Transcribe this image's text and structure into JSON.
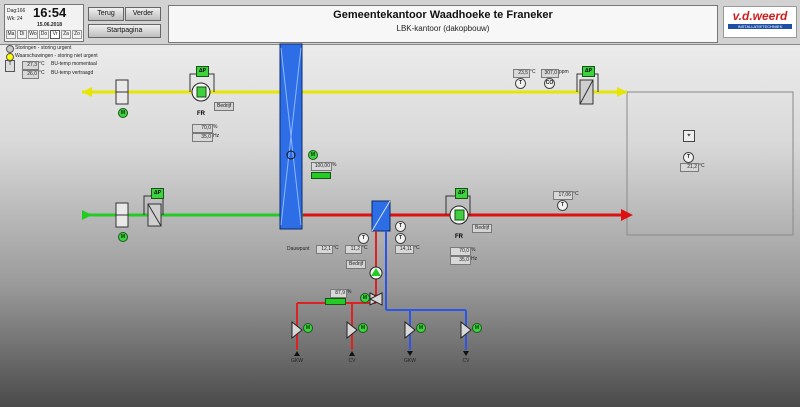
{
  "header": {
    "date": {
      "day_label": "Dag:",
      "day": "166",
      "wk_label": "Wk:",
      "wk": "24",
      "time": "16:54",
      "date": "15.06.2018",
      "weekdays": [
        "Ma",
        "Di",
        "Wo",
        "Do",
        "Vr",
        "Za",
        "Zo"
      ]
    },
    "buttons": {
      "back": "Terug",
      "forward": "Verder",
      "home": "Startpagina"
    },
    "title": "Gemeentekantoor Waadhoeke te Franeker",
    "subtitle": "LBK-kantoor (dakopbouw)",
    "logo": {
      "brand": "v.d.weerd",
      "tagline": "INSTALLATIETECHNIEK"
    }
  },
  "legend": {
    "items": [
      {
        "text": "Storingen - storing urgent",
        "color": "#c0c0c0"
      },
      {
        "text": "Waarschuwingen - storing niet urgent",
        "color": "#ffff00"
      }
    ],
    "temp_now": {
      "value": "27,3",
      "unit": "°C",
      "text": "BU-temp momentaal"
    },
    "temp_delay": {
      "value": "26,0",
      "unit": "°C",
      "text": "BU-temp vertraagd"
    }
  },
  "supply_top_fan": {
    "dp": "ΔP",
    "fr": "FR",
    "status": "Bedrijf",
    "flow": "70,0",
    "flow_unit": "%",
    "hz": "35,0",
    "hz_unit": "Hz"
  },
  "top_right": {
    "temp": "23,5",
    "temp_unit": "°C",
    "ppm": "307,0",
    "ppm_unit": "ppm",
    "co": "CO",
    "dp": "ΔP"
  },
  "wheel": {
    "pos": "100,00",
    "pos_unit": "%"
  },
  "room": {
    "temp": "21,2",
    "temp_unit": "°C"
  },
  "return_right": {
    "temp": "17,06",
    "temp_unit": "°C"
  },
  "bottom_fan": {
    "dp": "ΔP",
    "fr": "FR",
    "status": "Bedrijf",
    "flow": "70,0",
    "flow_unit": "%",
    "hz": "35,0",
    "hz_unit": "Hz"
  },
  "coil": {
    "dauwpunt_label": "Dauwpunt",
    "dauwpunt": "12,1",
    "dauwpunt_unit": "°C",
    "t1": "11,2",
    "t1_unit": "°C",
    "t2": "14,11",
    "t2_unit": "°C",
    "pump_status": "Bedrijf",
    "valve": "87,9",
    "valve_unit": "%"
  },
  "bottom_labels": [
    "GKW",
    "CV",
    "GKW",
    "CV"
  ]
}
